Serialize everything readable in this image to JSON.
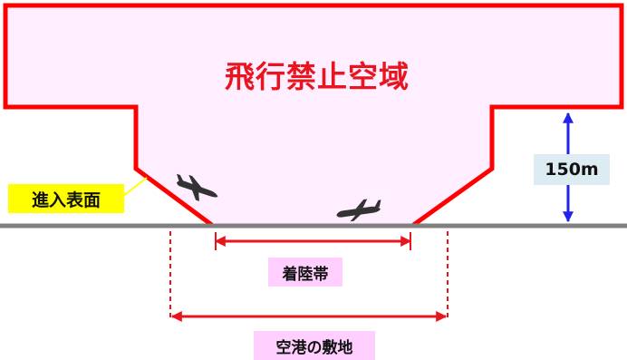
{
  "labels": {
    "no_fly_zone": "飛行禁止空域",
    "approach_surface": "進入表面",
    "height": "150m",
    "runway_strip": "着陸帯",
    "airport_property": "空港の敷地"
  },
  "colors": {
    "zone_outline": "#ff0000",
    "zone_fill": "#ffeeff",
    "ground": "#808080",
    "height_arrow": "#2222ee",
    "dimension_arrows": "#e8141e",
    "approach_label_bg": "#ffff00",
    "height_label_bg": "#dcecf2",
    "runway_label_bg": "#ffd0ff"
  },
  "icons": [
    "airplane-landing-icon",
    "airplane-on-ground-icon"
  ]
}
